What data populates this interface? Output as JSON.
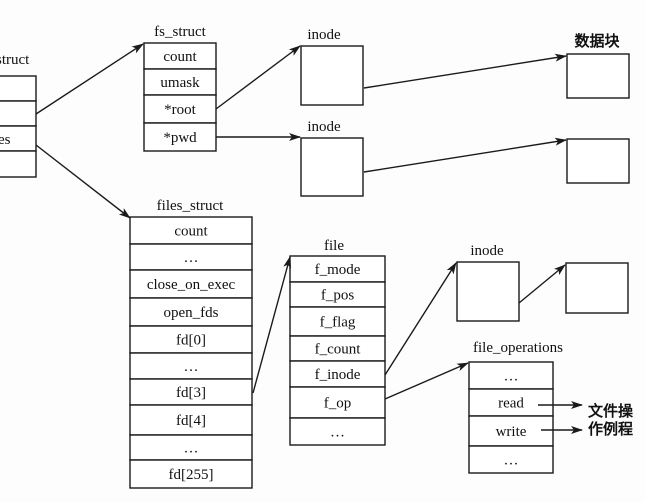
{
  "task_struct": {
    "title": "task_struct",
    "visible_title": "struct",
    "rows": [
      "",
      "",
      "files",
      ""
    ],
    "visible_rows": [
      "",
      "",
      "es",
      ""
    ]
  },
  "fs_struct": {
    "title": "fs_struct",
    "rows": [
      "count",
      "umask",
      "*root",
      "*pwd"
    ]
  },
  "inode_root": {
    "title": "inode"
  },
  "inode_pwd": {
    "title": "inode"
  },
  "data_block": {
    "title": "数据块"
  },
  "files_struct": {
    "title": "files_struct",
    "rows": [
      "count",
      "…",
      "close_on_exec",
      "open_fds",
      "fd[0]",
      "…",
      "fd[3]",
      "fd[4]",
      "…",
      "fd[255]"
    ]
  },
  "file": {
    "title": "file",
    "rows": [
      "f_mode",
      "f_pos",
      "f_flag",
      "f_count",
      "f_inode",
      "f_op",
      "…"
    ]
  },
  "inode_file": {
    "title": "inode"
  },
  "file_operations": {
    "title": "file_operations",
    "rows": [
      "…",
      "read",
      "write",
      "…"
    ]
  },
  "routine_label": {
    "line1": "文件操",
    "line2": "作例程"
  }
}
